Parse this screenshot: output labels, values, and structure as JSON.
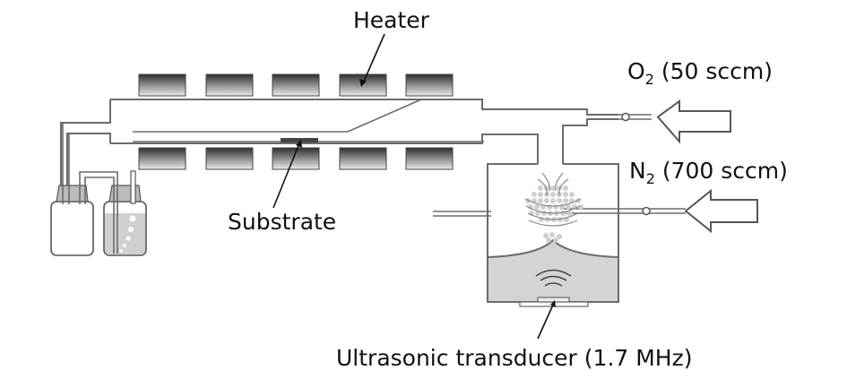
{
  "title": "Ultrasonic spray pyrolysis setup schematic",
  "labels": {
    "heater": "Heater",
    "substrate": "Substrate",
    "transducer": "Ultrasonic transducer (1.7 MHz)",
    "o2_gas": "O",
    "o2_sub": "2",
    "o2_flow": " (50 sccm)",
    "n2_gas": "N",
    "n2_sub": "2",
    "n2_flow": " (700 sccm)"
  },
  "components": {
    "heater_blocks_per_row": 5,
    "heater_rows": 2,
    "bottles": 2
  },
  "colors": {
    "heater_dark": "#2e2e2e",
    "heater_light": "#eaeaea",
    "liquid": "#d4d4d4",
    "outline": "#6b6b6b",
    "mist": "#c8c8c8"
  }
}
